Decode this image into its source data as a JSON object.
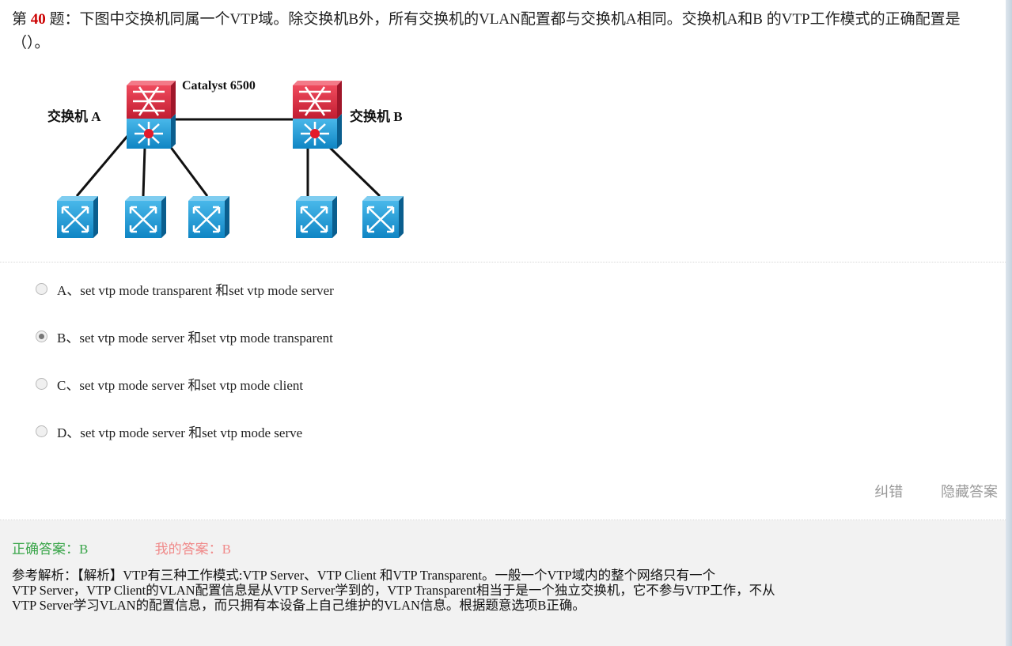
{
  "question": {
    "prefix": "第",
    "number": "40",
    "text": "题：下图中交换机同属一个VTP域。除交换机B外，所有交换机的VLAN配置都与交换机A相同。交换机A和B 的VTP工作模式的正确配置是（）。"
  },
  "diagram": {
    "title": "Catalyst 6500",
    "left_label": "交换机 A",
    "right_label": "交换机 B"
  },
  "options": [
    {
      "label": "A、set vtp mode transparent 和set vtp mode server",
      "checked": false
    },
    {
      "label": "B、set vtp mode server 和set vtp mode transparent",
      "checked": true
    },
    {
      "label": "C、set vtp mode server 和set vtp mode client",
      "checked": false
    },
    {
      "label": "D、set vtp mode server 和set vtp mode serve",
      "checked": false
    }
  ],
  "actions": {
    "report": "纠错",
    "hide": "隐藏答案"
  },
  "answer": {
    "correct": "正确答案：B",
    "mine": "我的答案：B"
  },
  "analysis": {
    "line1": "参考解析：【解析】VTP有三种工作模式:VTP Server、VTP Client 和VTP Transparent。一般一个VTP域内的整个网络只有一个",
    "line2": "VTP Server，VTP Client的VLAN配置信息是从VTP Server学到的，VTP Transparent相当于是一个独立交换机，它不参与VTP工作，不从",
    "line3": "VTP Server学习VLAN的配置信息，而只拥有本设备上自己维护的VLAN信息。根据题意选项B正确。"
  },
  "colors": {
    "question_number": "#cc0000",
    "correct_answer": "#3aa54a",
    "my_answer": "#f08a8a",
    "switch_blue": "#1a9ad6",
    "router_red": "#d9253a"
  }
}
